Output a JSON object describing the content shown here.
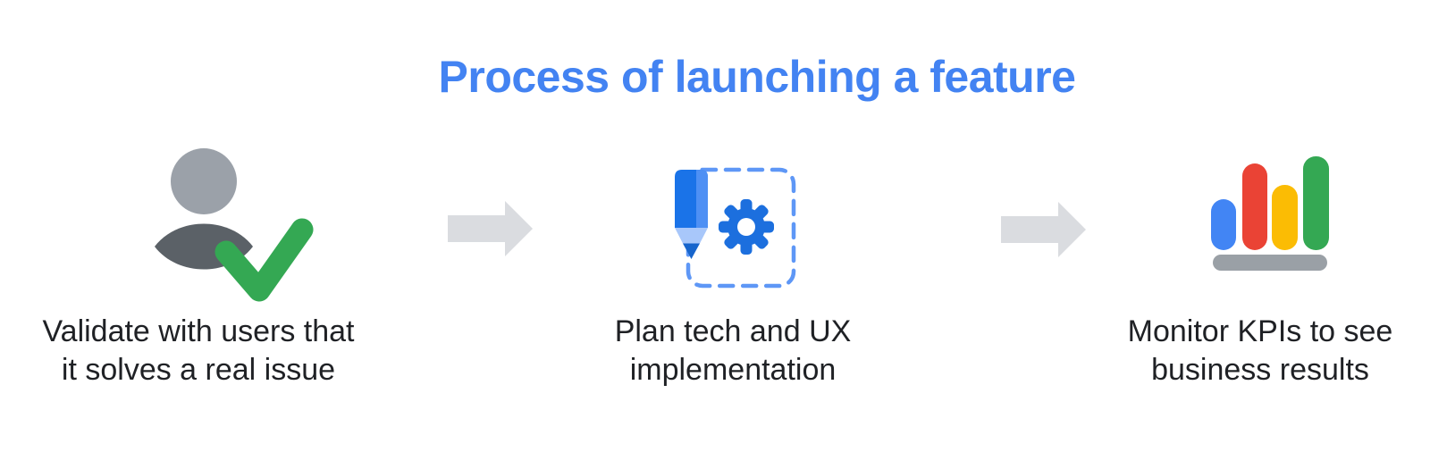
{
  "title": {
    "label": "Process of launching a feature",
    "color": "#4383F2"
  },
  "steps": [
    {
      "name": "validate",
      "icon": "user-with-checkmark",
      "caption_line1": "Validate with users that",
      "caption_line2": "it solves a real issue"
    },
    {
      "name": "plan",
      "icon": "pencil-and-gear-in-dashed-box",
      "caption_line1": "Plan tech and UX",
      "caption_line2": "implementation"
    },
    {
      "name": "monitor",
      "icon": "bar-chart",
      "caption_line1": "Monitor KPIs to see",
      "caption_line2": "business results"
    }
  ],
  "colors": {
    "background": "#FFFFFF",
    "title_blue": "#4383F2",
    "caption_text": "#1F2125",
    "arrow_gray": "#DADCE0",
    "person_head_gray": "#9BA1A9",
    "person_body_gray": "#5B6167",
    "check_green": "#34A853",
    "pencil_blue": "#1A73E8",
    "pencil_highlight_blue": "#4E90F4",
    "pencil_tip_light": "#A8C7FA",
    "pencil_point_blue": "#1765CC",
    "gear_blue": "#1C6FDE",
    "gear_hole_white": "#FFFFFF",
    "dashed_border_blue": "#5E97F6",
    "bar_blue": "#4285F4",
    "bar_red": "#EA4335",
    "bar_yellow": "#FBBC04",
    "bar_green": "#34A853",
    "bar_base_gray": "#9AA0A6"
  }
}
